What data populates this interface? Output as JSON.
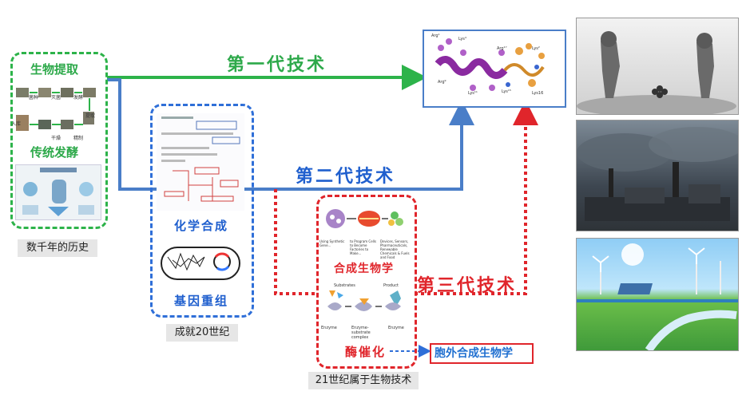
{
  "stages": {
    "traditional": {
      "top_label": "生物提取",
      "bottom_label": "传统发酵",
      "caption": "数千年的历史",
      "process_words": [
        "菌种",
        "灭菌",
        "发酵",
        "提取",
        "入库",
        "干燥",
        "精制"
      ]
    },
    "chemical": {
      "top_label": "化学合成",
      "bottom_label": "基因重组",
      "caption": "成就20世纪"
    },
    "synbio": {
      "top_label": "合成生物学",
      "bottom_label": "酶催化",
      "caption": "21世纪属于生物技术",
      "labels": [
        "Using Synthetic Gene...",
        "to Program Cells to Become Factories to Make...",
        "Devices, Sensors, Pharmaceuticals, Renewable Chemicals & Fuels and Food",
        "Substrates",
        "Product",
        "Enzyme",
        "Enzyme-substrate complex",
        "Enzyme"
      ]
    }
  },
  "generations": {
    "first": "第一代技术",
    "second": "第二代技术",
    "third": "第三代技术"
  },
  "cellfree": "胞外合成生物学",
  "molecule_labels": [
    "Arg¹",
    "Lys⁴",
    "Arg⁹",
    "Lys¹¹",
    "Lys¹⁵",
    "Arg¹⁷",
    "Lys²",
    "Lys16"
  ],
  "colors": {
    "green": "#2db34a",
    "blue": "#2f6fd8",
    "red": "#e0252b",
    "steel_blue": "#4a7ec8"
  }
}
